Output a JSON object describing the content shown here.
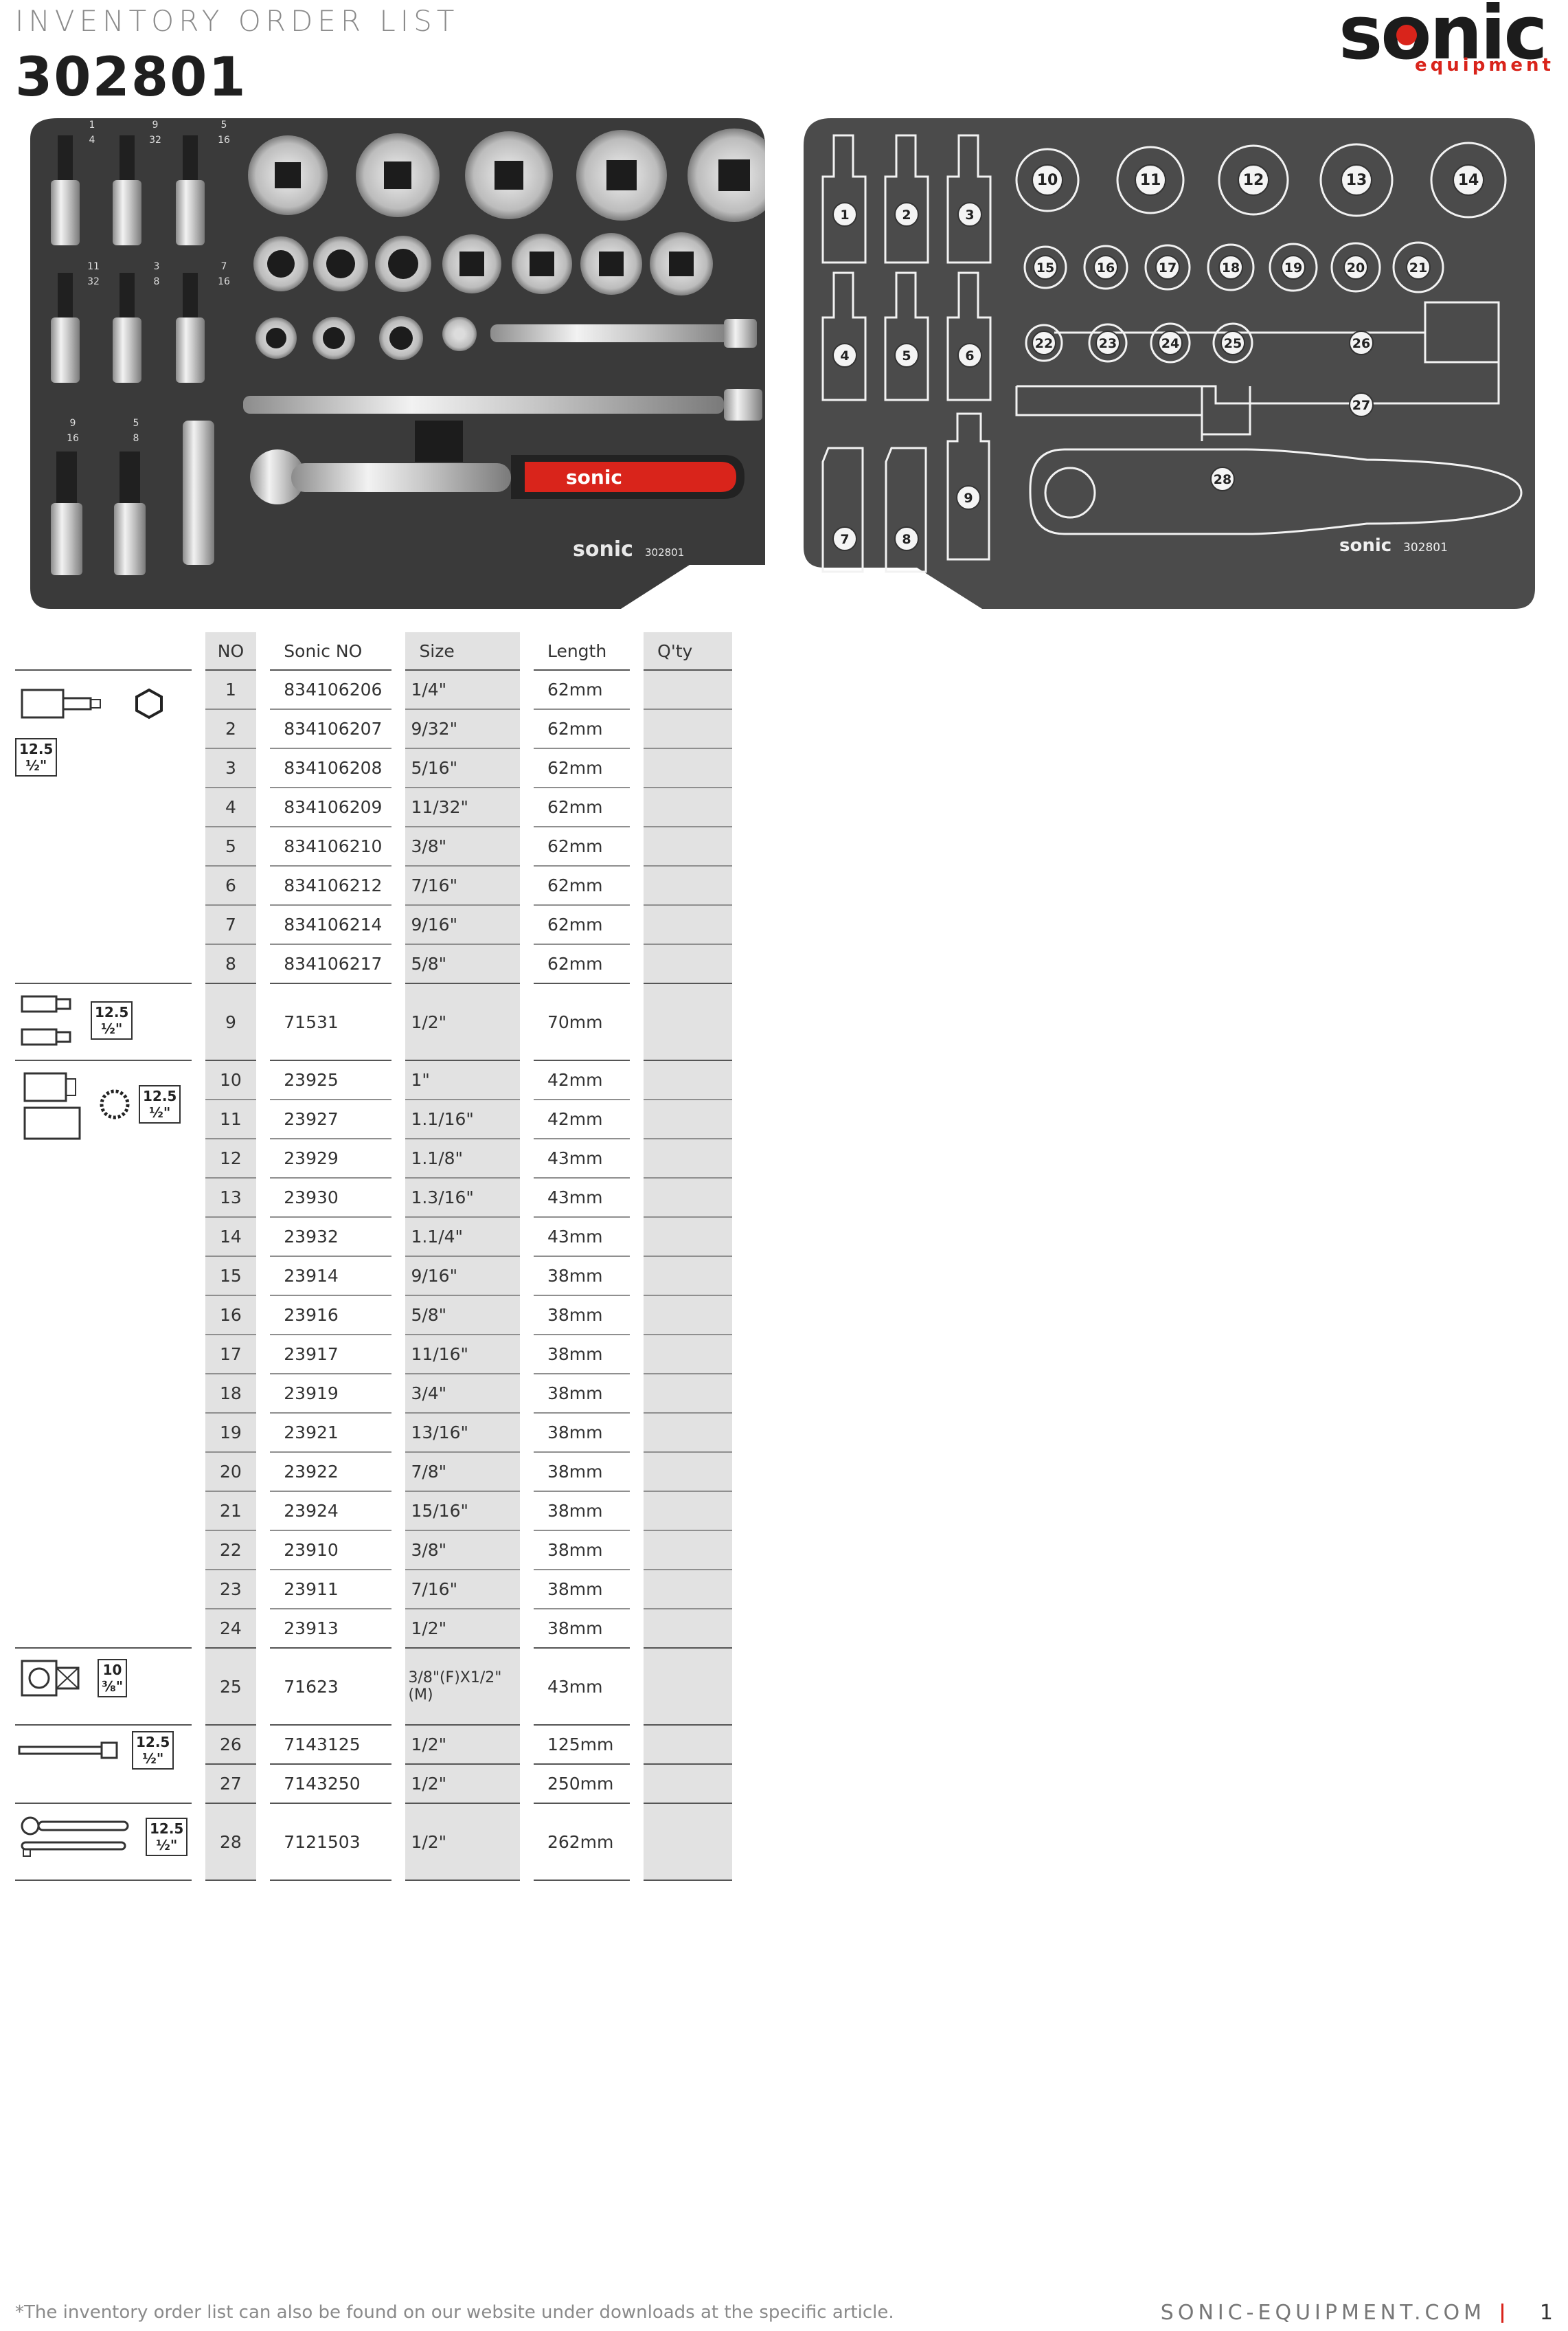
{
  "header": {
    "title": "INVENTORY ORDER LIST",
    "code": "302801"
  },
  "brand": {
    "name": "sonic",
    "sub": "equipment",
    "accent": "#d9241b"
  },
  "tray_photo": {
    "brand_label": "sonic",
    "set_code": "302801",
    "size_labels": [
      {
        "n": "1",
        "d": "4"
      },
      {
        "n": "9",
        "d": "32"
      },
      {
        "n": "5",
        "d": "16"
      },
      {
        "n": "11",
        "d": "32"
      },
      {
        "n": "3",
        "d": "8"
      },
      {
        "n": "7",
        "d": "16"
      },
      {
        "n": "9",
        "d": "16"
      },
      {
        "n": "5",
        "d": "8"
      }
    ]
  },
  "tray_map": {
    "brand_label": "sonic",
    "set_code": "302801"
  },
  "table": {
    "headers": [
      "NO",
      "Sonic NO",
      "Size",
      "Length",
      "Q'ty"
    ],
    "rows": [
      {
        "no": "1",
        "sonic": "834106206",
        "size": "1/4\"",
        "length": "62mm"
      },
      {
        "no": "2",
        "sonic": "834106207",
        "size": "9/32\"",
        "length": "62mm"
      },
      {
        "no": "3",
        "sonic": "834106208",
        "size": "5/16\"",
        "length": "62mm"
      },
      {
        "no": "4",
        "sonic": "834106209",
        "size": "11/32\"",
        "length": "62mm"
      },
      {
        "no": "5",
        "sonic": "834106210",
        "size": "3/8\"",
        "length": "62mm"
      },
      {
        "no": "6",
        "sonic": "834106212",
        "size": "7/16\"",
        "length": "62mm"
      },
      {
        "no": "7",
        "sonic": "834106214",
        "size": "9/16\"",
        "length": "62mm"
      },
      {
        "no": "8",
        "sonic": "834106217",
        "size": "5/8\"",
        "length": "62mm"
      },
      {
        "no": "9",
        "sonic": "71531",
        "size": "1/2\"",
        "length": "70mm"
      },
      {
        "no": "10",
        "sonic": "23925",
        "size": "1\"",
        "length": "42mm"
      },
      {
        "no": "11",
        "sonic": "23927",
        "size": "1.1/16\"",
        "length": "42mm"
      },
      {
        "no": "12",
        "sonic": "23929",
        "size": "1.1/8\"",
        "length": "43mm"
      },
      {
        "no": "13",
        "sonic": "23930",
        "size": "1.3/16\"",
        "length": "43mm"
      },
      {
        "no": "14",
        "sonic": "23932",
        "size": "1.1/4\"",
        "length": "43mm"
      },
      {
        "no": "15",
        "sonic": "23914",
        "size": "9/16\"",
        "length": "38mm"
      },
      {
        "no": "16",
        "sonic": "23916",
        "size": "5/8\"",
        "length": "38mm"
      },
      {
        "no": "17",
        "sonic": "23917",
        "size": "11/16\"",
        "length": "38mm"
      },
      {
        "no": "18",
        "sonic": "23919",
        "size": "3/4\"",
        "length": "38mm"
      },
      {
        "no": "19",
        "sonic": "23921",
        "size": "13/16\"",
        "length": "38mm"
      },
      {
        "no": "20",
        "sonic": "23922",
        "size": "7/8\"",
        "length": "38mm"
      },
      {
        "no": "21",
        "sonic": "23924",
        "size": "15/16\"",
        "length": "38mm"
      },
      {
        "no": "22",
        "sonic": "23910",
        "size": "3/8\"",
        "length": "38mm"
      },
      {
        "no": "23",
        "sonic": "23911",
        "size": "7/16\"",
        "length": "38mm"
      },
      {
        "no": "24",
        "sonic": "23913",
        "size": "1/2\"",
        "length": "38mm"
      },
      {
        "no": "25",
        "sonic": "71623",
        "size": "3/8\"(F)X1/2\"(M)",
        "length": "43mm"
      },
      {
        "no": "26",
        "sonic": "7143125",
        "size": "1/2\"",
        "length": "125mm"
      },
      {
        "no": "27",
        "sonic": "7143250",
        "size": "1/2\"",
        "length": "250mm"
      },
      {
        "no": "28",
        "sonic": "7121503",
        "size": "1/2\"",
        "length": "262mm"
      }
    ],
    "drive_badges": {
      "half": {
        "top": "12.5",
        "bottom": "½\""
      },
      "three_eighths": {
        "top": "10",
        "bottom": "⅜\""
      }
    }
  },
  "footer": {
    "note": "*The inventory order list can also be found on our website under downloads at the specific article.",
    "url": "SONIC-EQUIPMENT.COM",
    "page": "1"
  }
}
